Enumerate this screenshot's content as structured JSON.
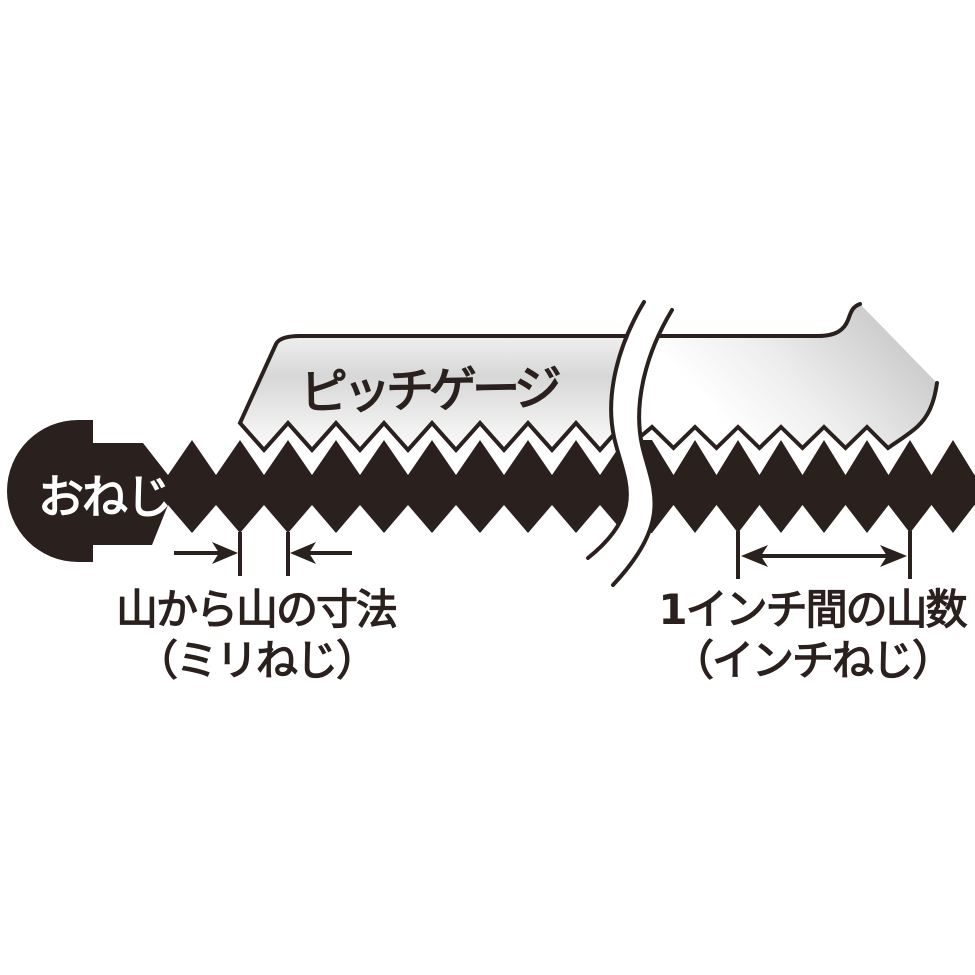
{
  "diagram": {
    "title_context": "screw pitch gauge diagram",
    "screw_label": "おねじ",
    "gauge_label": "ピッチゲージ",
    "left_dimension": {
      "line1": "山から山の寸法",
      "line2": "（ミリねじ）"
    },
    "right_dimension": {
      "line1": "1インチ間の山数",
      "line2": "（インチねじ）"
    },
    "colors": {
      "ink": "#2a211e",
      "gauge_fill": "#d7d7d7",
      "screw_label_color": "#ffffff",
      "background": "#ffffff"
    }
  }
}
